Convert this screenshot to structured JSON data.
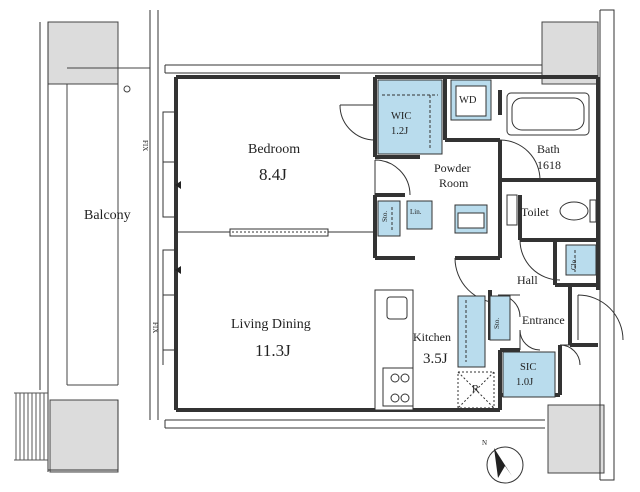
{
  "rooms": {
    "balcony": "Balcony",
    "bedroom": "Bedroom",
    "bedroom_size": "8.4J",
    "living": "Living Dining",
    "living_size": "11.3J",
    "kitchen": "Kitchen",
    "kitchen_size": "3.5J",
    "wic": "WIC",
    "wic_size": "1.2J",
    "wd": "WD",
    "bath": "Bath",
    "bath_size": "1618",
    "powder1": "Powder",
    "powder2": "Room",
    "toilet": "Toilet",
    "hall": "Hall",
    "entrance": "Entrance",
    "sic": "SIC",
    "sic_size": "1.0J",
    "lin": "Lin.",
    "sto1": "Sto.",
    "sto2": "Sto.",
    "clo": "Clo.",
    "r": "R",
    "fix1": "FIX",
    "fix2": "FIX"
  },
  "compass": {
    "north": "N"
  },
  "colors": {
    "fixture_fill": "#b9dced",
    "wall": "#333333",
    "shade": "#d9d9d9"
  }
}
